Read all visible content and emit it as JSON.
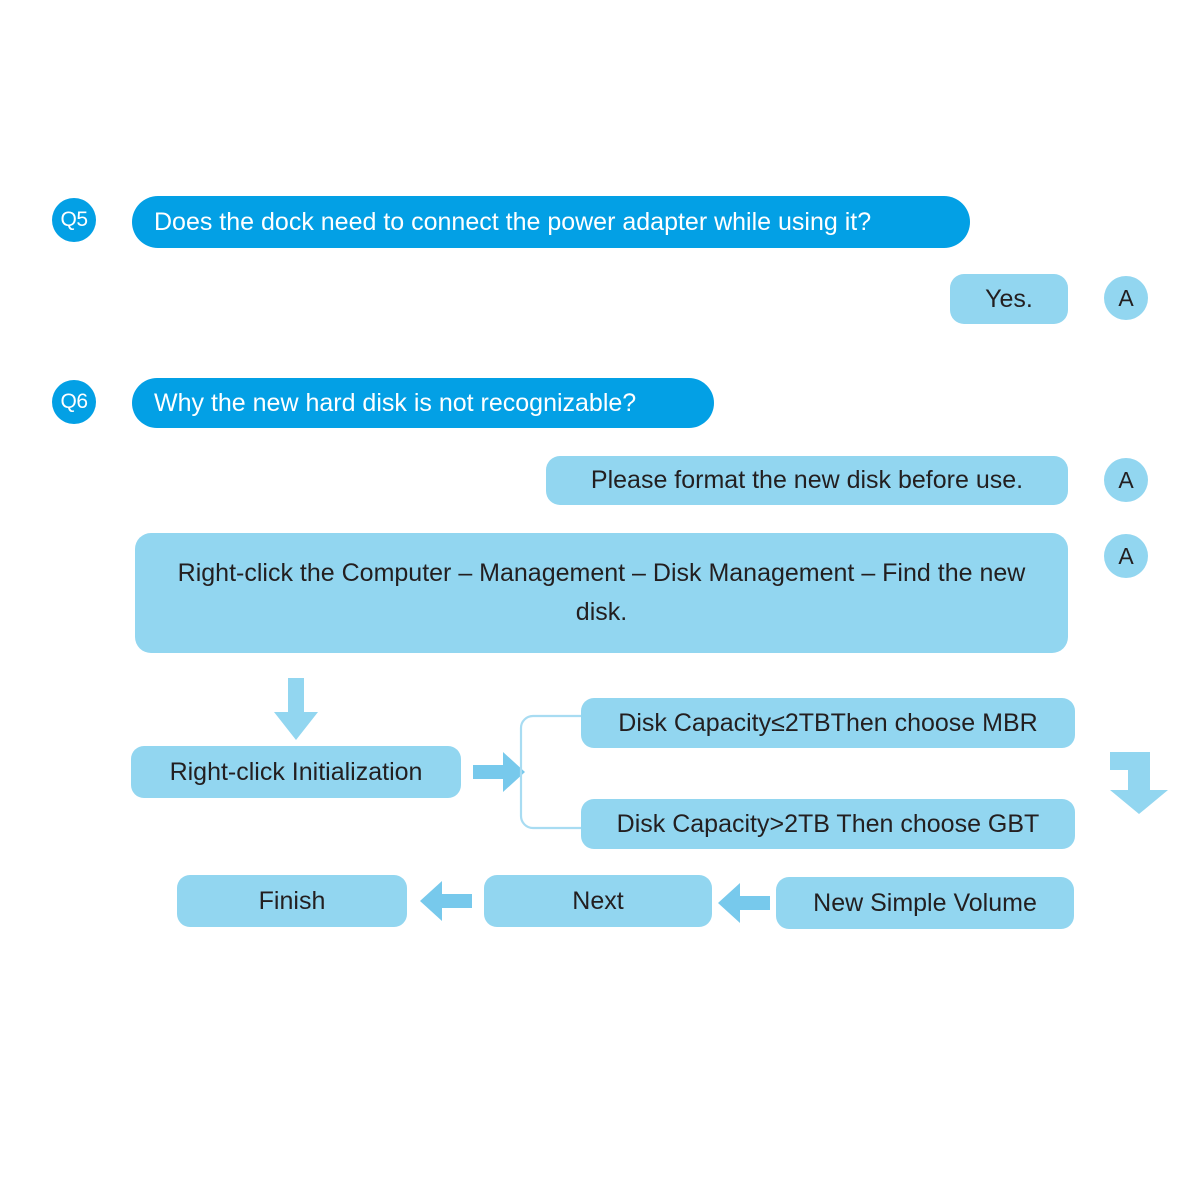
{
  "faq": {
    "entries": [
      {
        "badge": "Q5",
        "question": "Does the dock need to connect the power adapter while using it?",
        "answers": [
          {
            "badge": "A",
            "text": "Yes."
          }
        ]
      },
      {
        "badge": "Q6",
        "question": "Why the new hard disk is not recognizable?",
        "answers": [
          {
            "badge": "A",
            "text": "Please format the new disk before use."
          },
          {
            "badge": "A",
            "text": "Right-click the Computer – Management – Disk Management – Find the new disk."
          }
        ]
      }
    ]
  },
  "flowchart": {
    "steps": {
      "initialize": "Right-click Initialization",
      "mbr": "Disk Capacity≤2TBThen choose MBR",
      "gbt": "Disk Capacity>2TB Then choose GBT",
      "new_simple_volume": "New Simple Volume",
      "next": "Next",
      "finish": "Finish"
    },
    "arrows": {
      "down": "arrow-down-icon",
      "right": "arrow-right-icon",
      "elbow": "arrow-elbow-down-icon",
      "left_1": "arrow-left-icon",
      "left_2": "arrow-left-icon"
    },
    "connector": "branch-bracket"
  },
  "colors": {
    "primary_blue": "#03A0E5",
    "light_blue": "#92D6F0",
    "text_dark": "#231F20",
    "text_light": "#FFFFFF",
    "background": "#FFFFFF"
  }
}
